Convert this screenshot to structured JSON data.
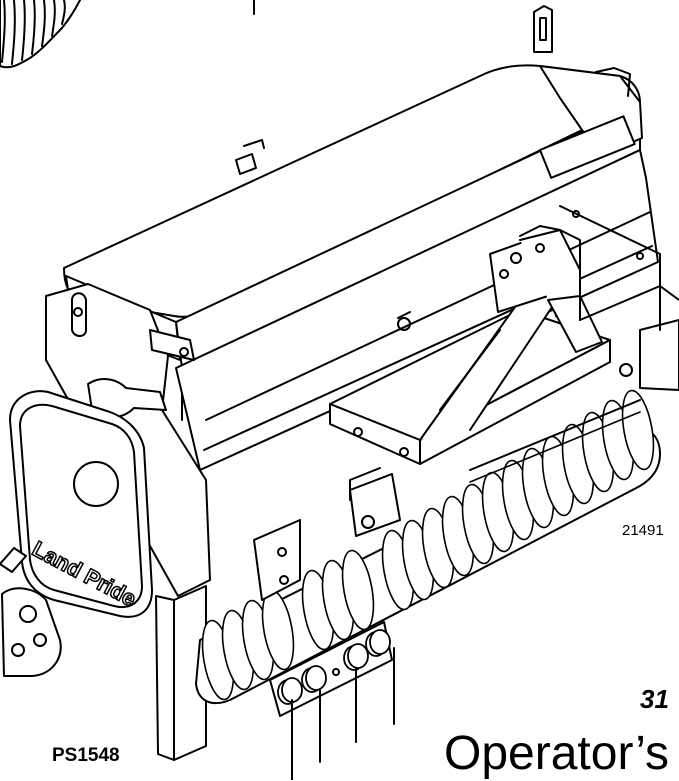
{
  "illustration": {
    "logo_text": "Land Pride",
    "figure_number": "21491"
  },
  "cover": {
    "part_number": "PS1548",
    "model_fragment": "31",
    "title_fragment": "Operator’s I"
  }
}
